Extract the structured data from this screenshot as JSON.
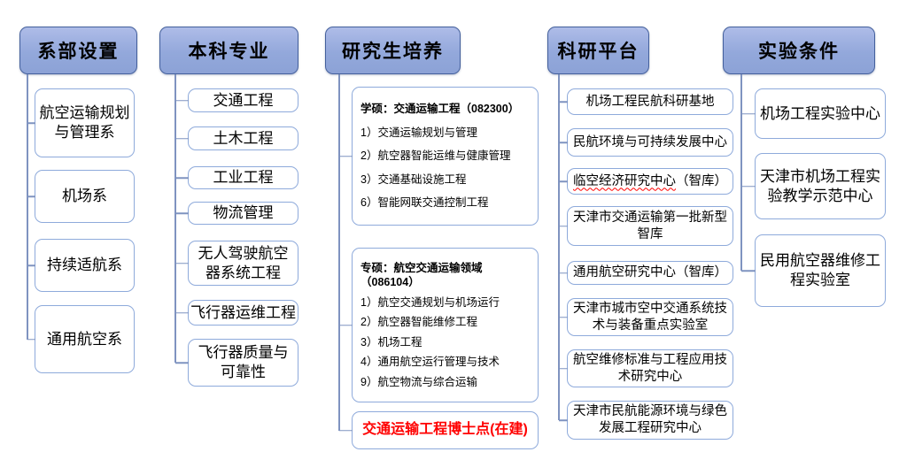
{
  "diagram": {
    "columns": [
      {
        "header": "系部设置",
        "items": [
          {
            "label": "航空运输规划\n与管理系"
          },
          {
            "label": "机场系"
          },
          {
            "label": "持续适航系"
          },
          {
            "label": "通用航空系"
          }
        ]
      },
      {
        "header": "本科专业",
        "items": [
          {
            "label": "交通工程"
          },
          {
            "label": "土木工程"
          },
          {
            "label": "工业工程"
          },
          {
            "label": "物流管理"
          },
          {
            "label": "无人驾驶航空\n器系统工程"
          },
          {
            "label": "飞行器运维工程"
          },
          {
            "label": "飞行器质量与\n可靠性"
          }
        ]
      },
      {
        "header": "研究生培养",
        "academic": {
          "title": "学硕：交通运输工程（082300）",
          "items": [
            "1）交通运输规划与管理",
            "2）航空器智能运维与健康管理",
            "3）交通基础设施工程",
            "6）智能网联交通控制工程"
          ]
        },
        "professional": {
          "title": "专硕：航空交通运输领域\n（086104）",
          "items": [
            "1）航空交通规划与机场运行",
            "2）航空器智能维修工程",
            "3）机场工程",
            "4）通用航空运行管理与技术",
            "9）航空物流与综合运输"
          ]
        },
        "phd_note": "交通运输工程博士点(在建)"
      },
      {
        "header": "科研平台",
        "items": [
          {
            "label": "机场工程民航科研基地"
          },
          {
            "label": "民航环境与可持续发展中心"
          },
          {
            "label_underlined": "临空经济研究中心",
            "label_rest": "（智库）"
          },
          {
            "label": "天津市交通运输第一批新型\n智库"
          },
          {
            "label": "通用航空研究中心（智库）"
          },
          {
            "label": "天津市城市空中交通系统技\n术与装备重点实验室"
          },
          {
            "label": "航空维修标准与工程应用技\n术研究中心"
          },
          {
            "label": "天津市民航能源环境与绿色\n发展工程研究中心"
          }
        ]
      },
      {
        "header": "实验条件",
        "items": [
          {
            "label": "机场工程实验中心"
          },
          {
            "label": "天津市机场工程实\n验教学示范中心"
          },
          {
            "label": "民用航空器维修工\n程实验室"
          }
        ]
      }
    ],
    "colors": {
      "header_fill_top": "#AEBCE8",
      "header_fill_bottom": "#8CA2D6",
      "header_border": "#44609C",
      "node_border": "#8EAADB",
      "connector": "#7F93C0",
      "phd_text": "#FF0000",
      "spellcheck_underline": "#FF0000"
    }
  }
}
